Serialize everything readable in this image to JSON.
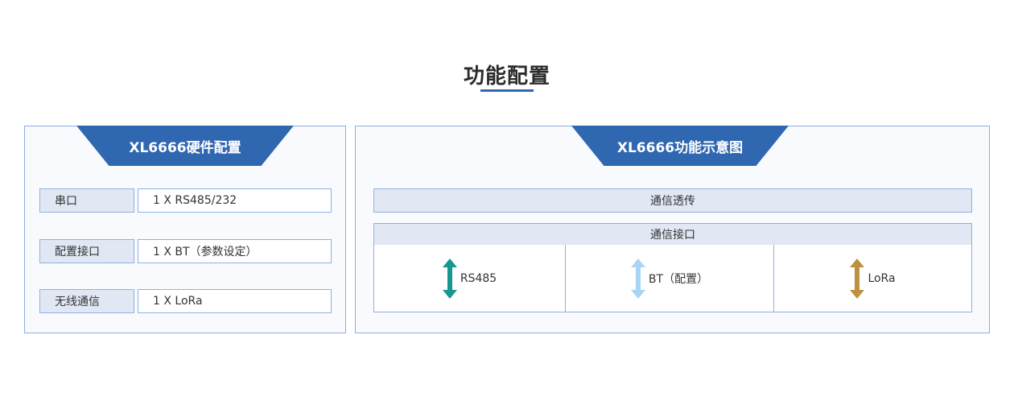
{
  "page": {
    "title": "功能配置"
  },
  "hardware": {
    "title": "XL6666硬件配置",
    "rows": [
      {
        "label": "串口",
        "value": "1 X RS485/232"
      },
      {
        "label": "配置接口",
        "value": "1 X BT（参数设定）"
      },
      {
        "label": "无线通信",
        "value": "1 X LoRa"
      }
    ]
  },
  "function": {
    "title": "XL6666功能示意图",
    "transparent_label": "通信透传",
    "interface_label": "通信接口",
    "interfaces": [
      {
        "label": "RS485",
        "icon": "double-arrow-icon",
        "color": "#16978f"
      },
      {
        "label": "BT（配置）",
        "icon": "double-arrow-icon",
        "color": "#a9d5f5"
      },
      {
        "label": "LoRa",
        "icon": "double-arrow-icon",
        "color": "#bd9140"
      }
    ]
  },
  "colors": {
    "accent": "#2f67b1",
    "border": "#8fb0e3",
    "label_bg": "#e1e8f4"
  }
}
